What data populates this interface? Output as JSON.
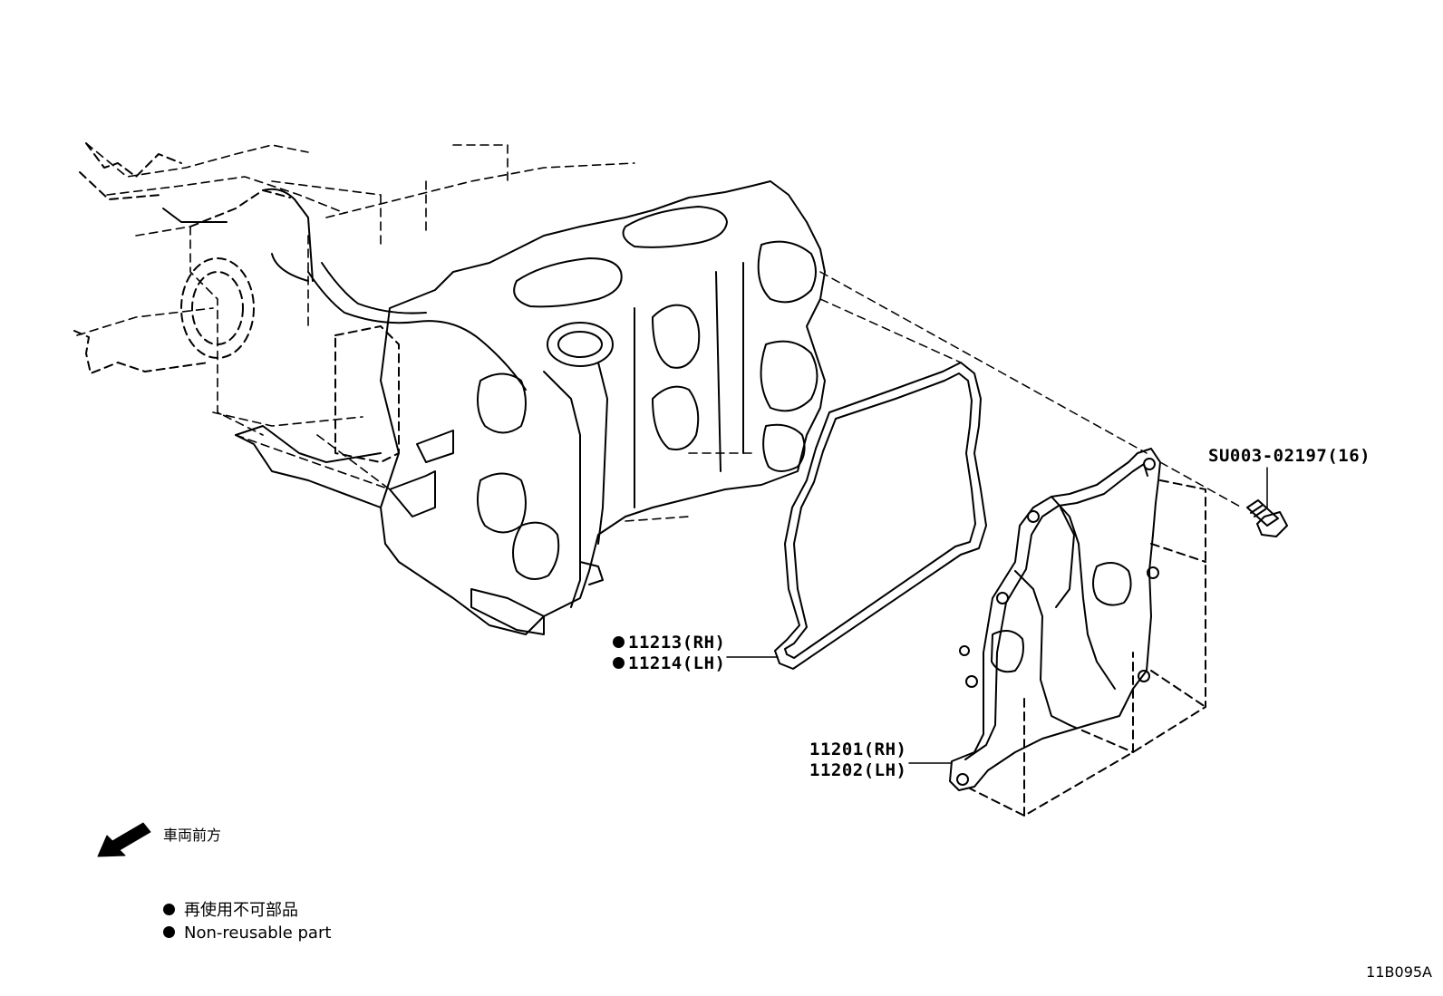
{
  "parts": {
    "gasket": {
      "rh": "11213(RH)",
      "lh": "11214(LH)",
      "non_reusable": true
    },
    "cover": {
      "rh": "11201(RH)",
      "lh": "11202(LH)"
    },
    "bolt": {
      "label": "SU003-02197(16)"
    }
  },
  "direction_label": "車両前方",
  "legend": {
    "jp": "再使用不可部品",
    "en": "Non-reusable part"
  },
  "diagram_code": "11B095A",
  "colors": {
    "line": "#000000",
    "background": "#ffffff"
  }
}
